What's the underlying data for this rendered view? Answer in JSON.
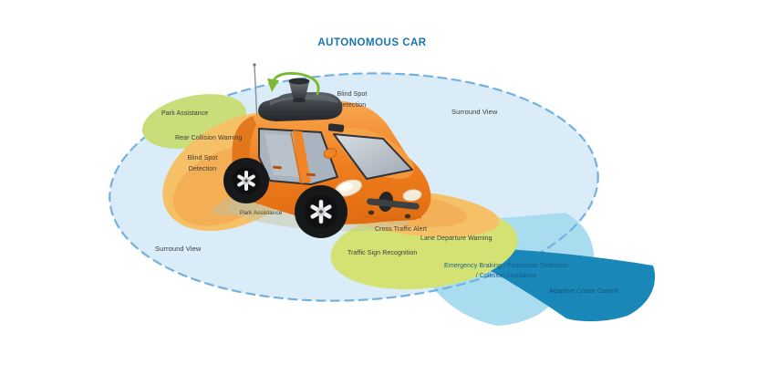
{
  "title": "AUTONOMOUS CAR",
  "labels": {
    "park_assistance_rear": "Park Assistance",
    "rear_collision_warning": "Rear Collision Warning",
    "blind_spot_detection_rear": "Blind Spot Detection",
    "blind_spot_detection_front": "Blind Spot Detection",
    "surround_view_top": "Surround View",
    "surround_view_bottom": "Surround View",
    "park_assistance_front": "Park Assistance",
    "cross_traffic_alert": "Cross Traffic Alert",
    "lane_departure_warning": "Lane Departure Warning",
    "traffic_sign_recognition": "Traffic Sign Recognition",
    "emergency_line1": "Emergency Braking / Pedestrian Detection",
    "emergency_line2": "/ Collision Avoidance",
    "adaptive_cruise_control": "Adaptive Cruise Control"
  },
  "colors": {
    "title_text": "#1a74ae",
    "label_text": "#3a3a3a",
    "surround_fill": "#daecf7",
    "surround_border": "#74b1de",
    "zone_green": "#c9de7a",
    "zone_green_front": "#d4e273",
    "zone_orange": "#f6c066",
    "zone_orange_deep": "#f3ab52",
    "beam_light_blue": "#a9dcef",
    "beam_teal": "#1987b7",
    "beam_label_text": "#175e8c",
    "car_body": "#f08a28",
    "lidar_arrow_green": "#7cb832"
  }
}
